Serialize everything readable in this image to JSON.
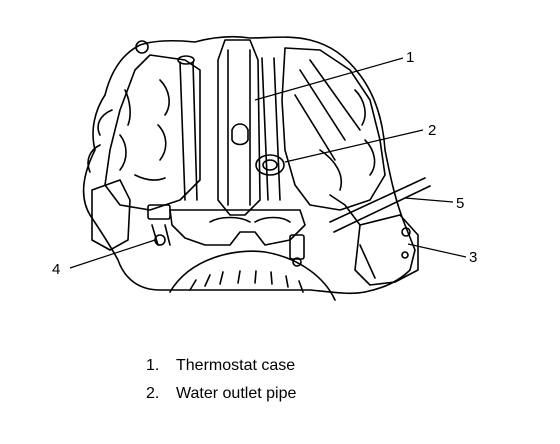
{
  "callouts": [
    {
      "num": "1"
    },
    {
      "num": "2"
    },
    {
      "num": "3"
    },
    {
      "num": "4"
    },
    {
      "num": "5"
    }
  ],
  "legend": [
    {
      "num": "1.",
      "label": "Thermostat case"
    },
    {
      "num": "2.",
      "label": "Water outlet pipe"
    }
  ]
}
